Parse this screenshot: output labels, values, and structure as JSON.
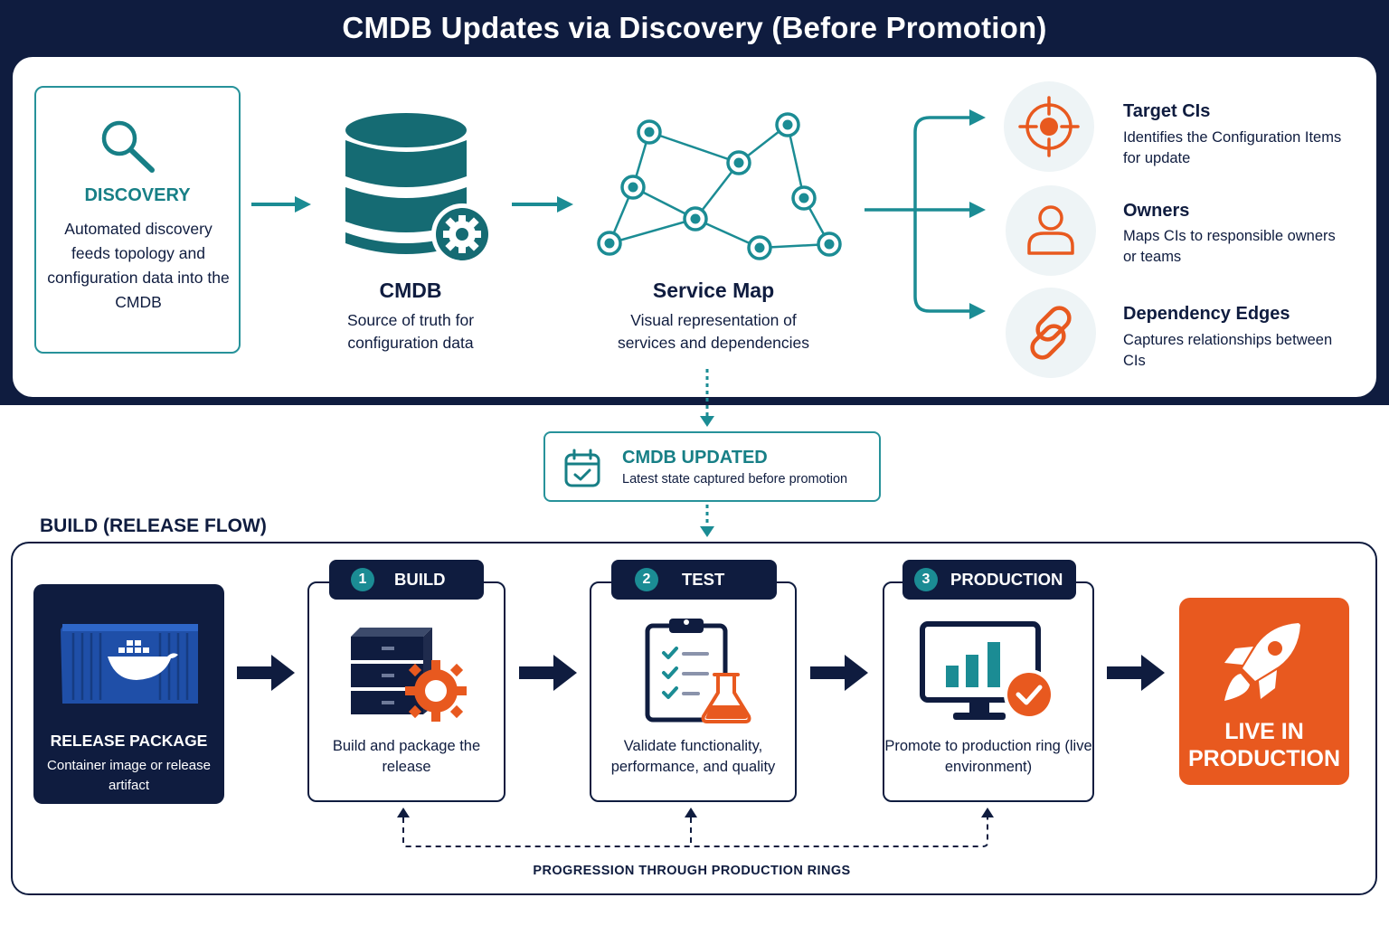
{
  "title": "CMDB Updates via Discovery (Before Promotion)",
  "discovery": {
    "title": "DISCOVERY",
    "description": "Automated discovery feeds topology and configuration data into the CMDB",
    "icon": "search-icon"
  },
  "cmdb": {
    "title": "CMDB",
    "description": "Source of truth for configuration data",
    "icon": "database-gear-icon"
  },
  "service_map": {
    "title": "Service Map",
    "description": "Visual representation of services and dependencies",
    "icon": "network-graph-icon"
  },
  "outputs": [
    {
      "title": "Target CIs",
      "description": "Identifies the Configuration Items for update",
      "icon": "target-icon"
    },
    {
      "title": "Owners",
      "description": "Maps CIs to responsible owners or teams",
      "icon": "user-icon"
    },
    {
      "title": "Dependency Edges",
      "description": "Captures relationships between CIs",
      "icon": "link-icon"
    }
  ],
  "cmdb_updated": {
    "title": "CMDB UPDATED",
    "subtitle": "Latest state captured before promotion",
    "icon": "calendar-check-icon"
  },
  "build_heading": "BUILD (RELEASE FLOW)",
  "release_package": {
    "title": "RELEASE PACKAGE",
    "description": "Container image or release artifact",
    "icon": "container-icon"
  },
  "stages": [
    {
      "number": "1",
      "label": "BUILD",
      "description": "Build and package the release",
      "icon": "server-gear-icon"
    },
    {
      "number": "2",
      "label": "TEST",
      "description": "Validate functionality, performance, and quality",
      "icon": "clipboard-flask-icon"
    },
    {
      "number": "3",
      "label": "PRODUCTION",
      "description": "Promote to production ring (live environment)",
      "icon": "monitor-check-icon"
    }
  ],
  "live": {
    "label": "LIVE IN\nPRODUCTION",
    "icon": "rocket-icon"
  },
  "progression_label": "PROGRESSION THROUGH PRODUCTION RINGS",
  "colors": {
    "navy": "#0f1c3f",
    "teal": "#1b8c94",
    "orange": "#e8591f",
    "light_circle": "#eef4f6"
  }
}
